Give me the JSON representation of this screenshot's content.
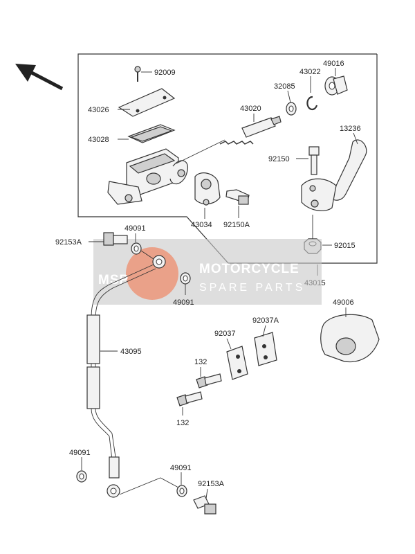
{
  "watermark": {
    "brand_top": "MOTORCYCLE",
    "brand_bottom": "SPARE PARTS",
    "logo_text": "MSP"
  },
  "parts": {
    "p92009": "92009",
    "p43026": "43026",
    "p43028": "43028",
    "p43020": "43020",
    "p32085": "32085",
    "p43022": "43022",
    "p49016": "49016",
    "p13236": "13236",
    "p92150": "92150",
    "p43034": "43034",
    "p92150A": "92150A",
    "p92015": "92015",
    "p43015": "43015",
    "p92153A_top": "92153A",
    "p49091_a": "49091",
    "p49091_b": "49091",
    "p43095": "43095",
    "p49006": "49006",
    "p92037": "92037",
    "p92037A": "92037A",
    "p132_a": "132",
    "p132_b": "132",
    "p49091_c": "49091",
    "p49091_d": "49091",
    "p92153A_bottom": "92153A"
  },
  "icons": {
    "direction_arrow": "front-direction-arrow-icon"
  }
}
